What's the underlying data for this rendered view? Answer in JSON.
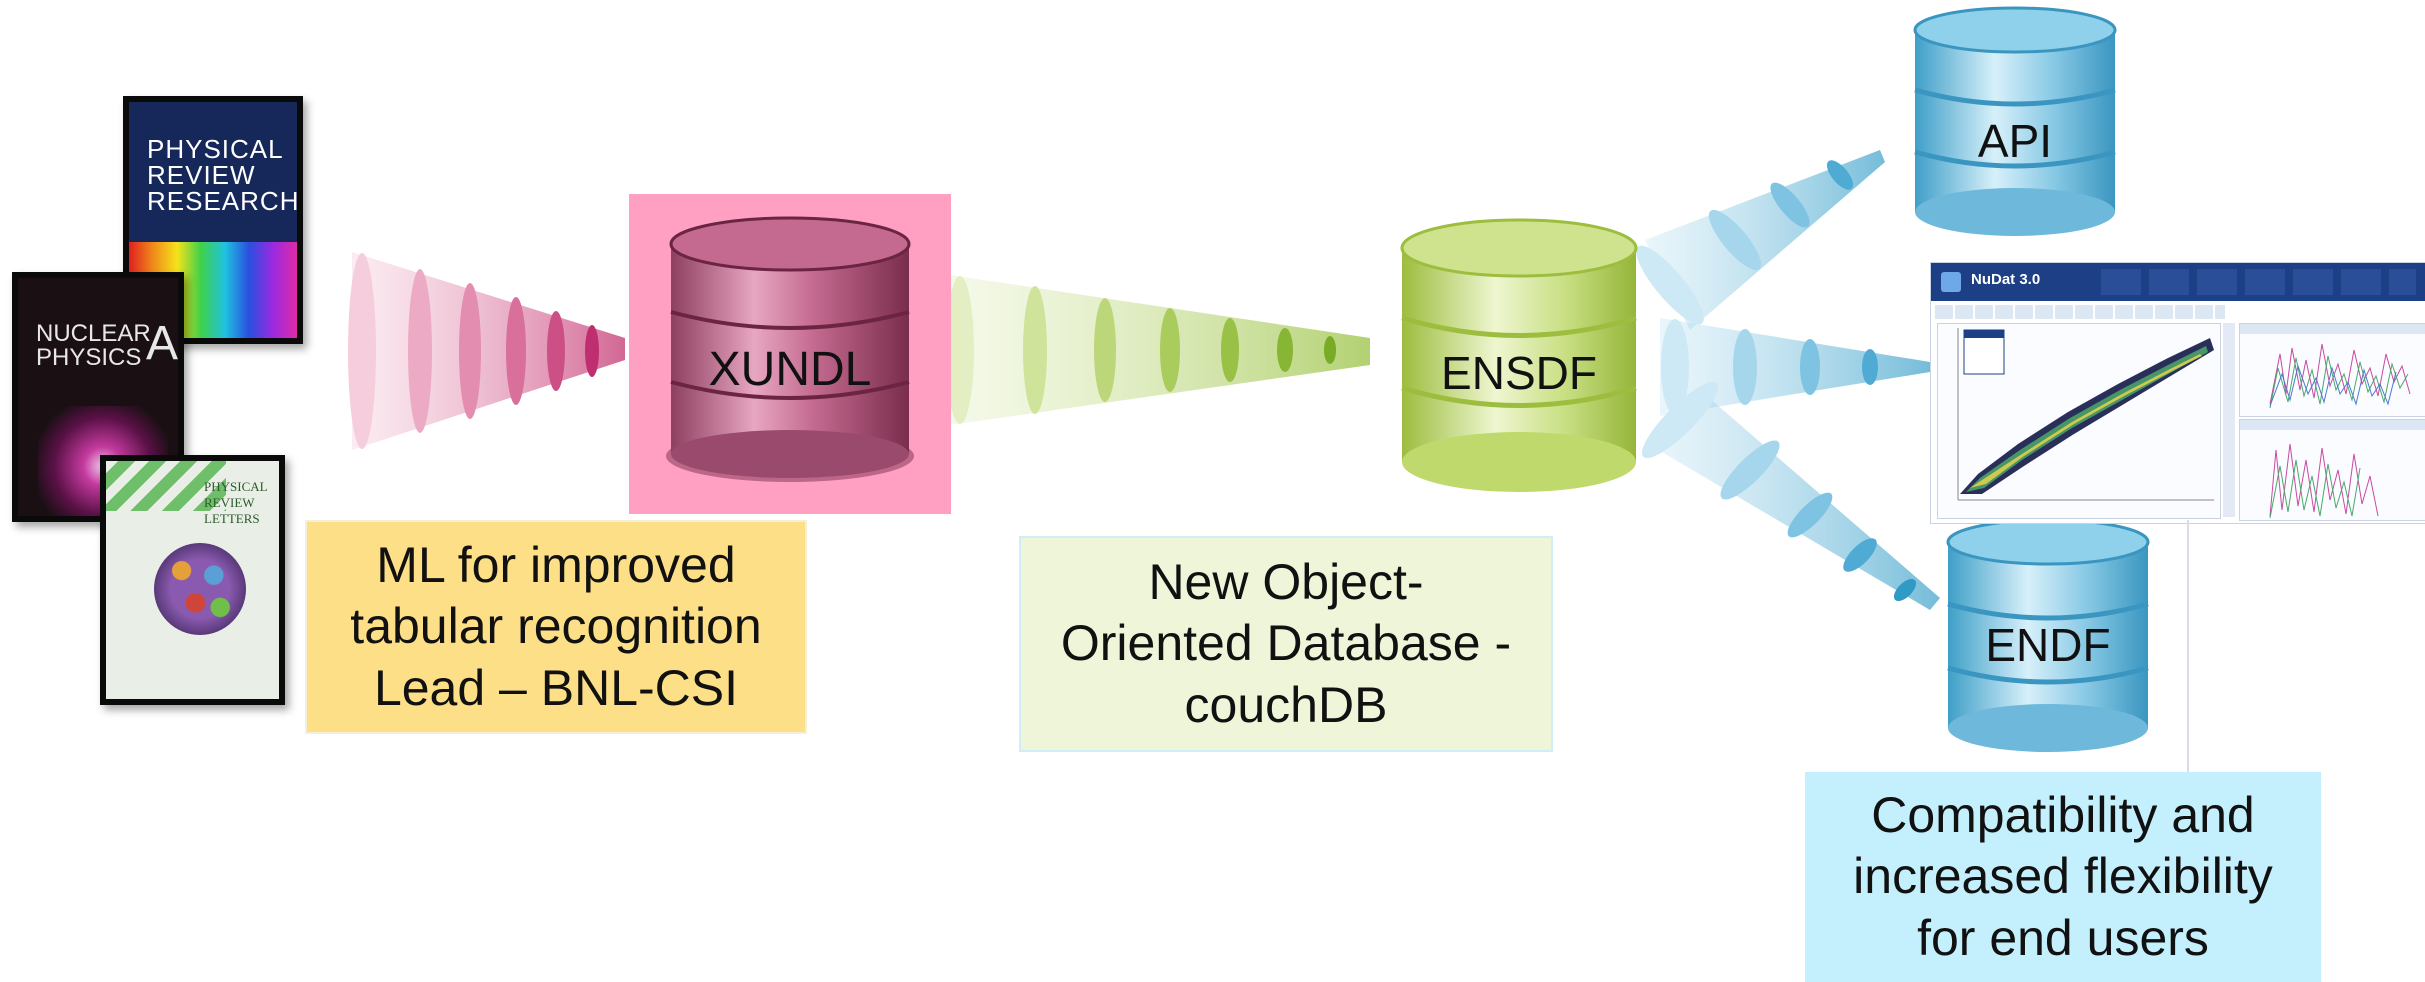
{
  "journals": {
    "prr": {
      "line1": "PHYSICAL",
      "line2": "REVIEW",
      "line3": "RESEARCH"
    },
    "npa": {
      "line1": "NUCLEAR",
      "line2": "PHYSICS",
      "letter": "A"
    },
    "prl": {
      "line1": "PHYSICAL",
      "line2": "REVIEW",
      "line3": "LETTERS"
    }
  },
  "databases": {
    "xundl": "XUNDL",
    "ensdf": "ENSDF",
    "api": "API",
    "endf": "ENDF"
  },
  "captions": {
    "ml": [
      "ML for improved",
      "tabular recognition",
      "Lead – BNL-CSI"
    ],
    "oodb": [
      "New Object-",
      "Oriented Database -",
      "couchDB"
    ],
    "compat": [
      "Compatibility and",
      "increased flexibility",
      "for end users"
    ]
  },
  "nudat": {
    "logo": "NuDat 3.0"
  },
  "colors": {
    "pink": "#ff9fc2",
    "pink_cyl": "#c46a90",
    "yellow": "#fddf87",
    "green_box": "#eef5d9",
    "green_cyl": "#b6d25a",
    "blue_box": "#c4effc",
    "blue_cyl": "#5bb8d9"
  }
}
